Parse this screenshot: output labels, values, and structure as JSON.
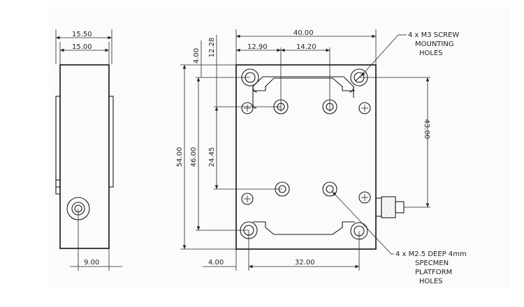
{
  "side_view": {
    "dim_total_width": "15.50",
    "dim_body_width": "15.00",
    "dim_hole_offset": "9.00"
  },
  "top_view": {
    "dim_plate_width": "40.00",
    "dim_edge_to_hole": "4.00",
    "dim_top_offset": "12.28",
    "dim_col_offset": "12.90",
    "dim_col_spacing": "14.20",
    "dim_right_height": "43.00",
    "dim_row_spacing": "24.45",
    "dim_inner_height": "46.00",
    "dim_total_height": "54.00",
    "dim_bottom_left": "4.00",
    "dim_bottom_span": "32.00"
  },
  "notes": {
    "mounting": [
      "4 x M3 SCREW",
      "MOUNTING",
      "HOLES"
    ],
    "platform": [
      "4 x  M2.5 DEEP 4mm",
      "SPECMEN",
      "PLATFORM",
      "HOLES"
    ]
  }
}
